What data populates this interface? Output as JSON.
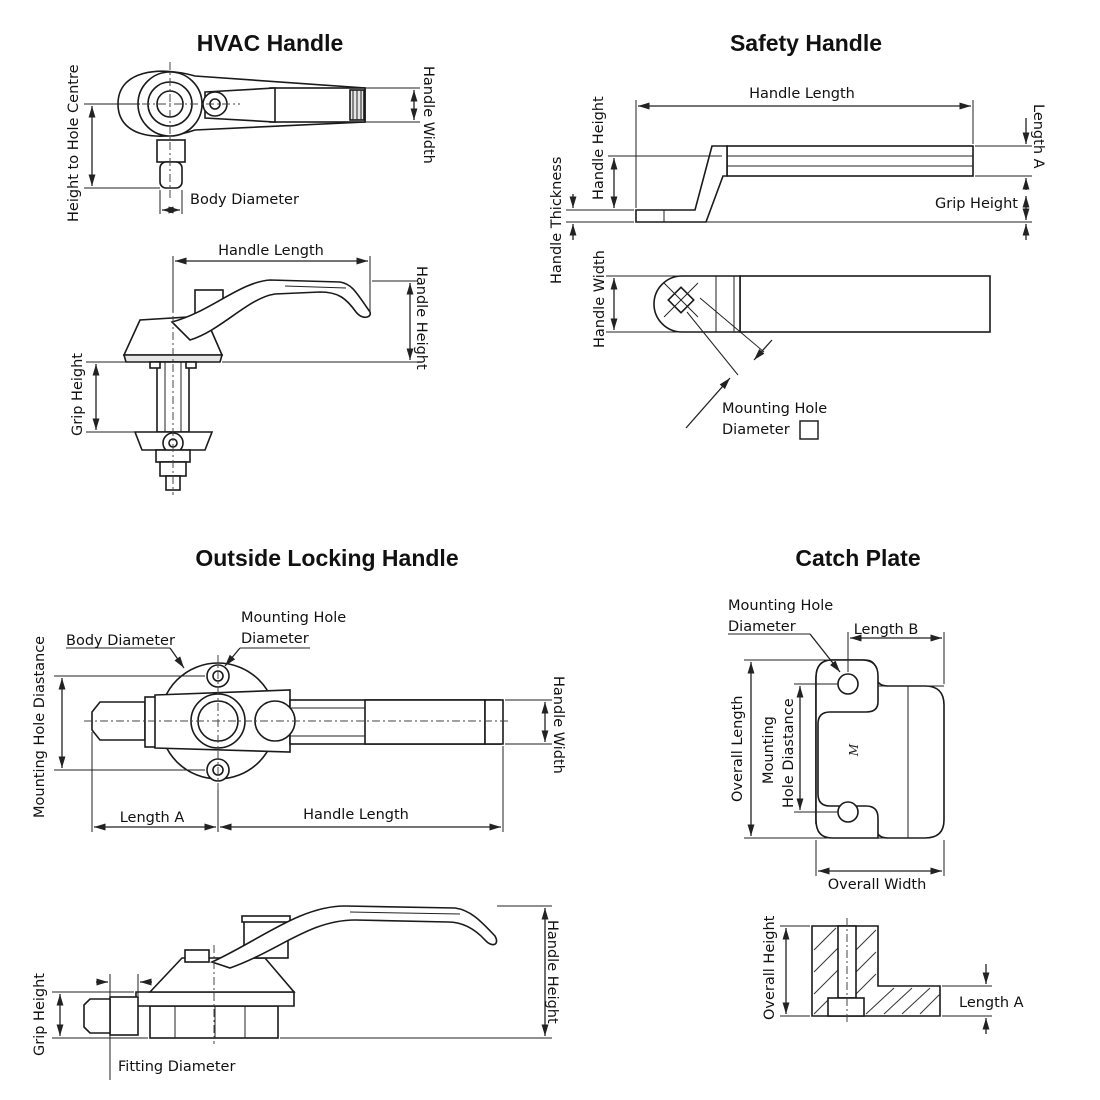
{
  "colors": {
    "line": "#222222",
    "text": "#111111",
    "background": "#ffffff"
  },
  "hvac": {
    "title": "HVAC Handle",
    "height_to_hole_centre": "Height to Hole Centre",
    "body_diameter": "Body Diameter",
    "handle_width": "Handle Width",
    "handle_length": "Handle Length",
    "handle_height": "Handle Height",
    "grip_height": "Grip Height"
  },
  "safety": {
    "title": "Safety Handle",
    "handle_length": "Handle Length",
    "length_a": "Length A",
    "handle_height": "Handle Height",
    "grip_height": "Grip Height",
    "handle_thickness": "Handle Thickness",
    "handle_width": "Handle Width",
    "mounting_hole_line1": "Mounting Hole",
    "mounting_hole_line2": "Diameter"
  },
  "outside": {
    "title": "Outside Locking Handle",
    "body_diameter": "Body Diameter",
    "mounting_hole_line1": "Mounting Hole",
    "mounting_hole_line2": "Diameter",
    "mounting_hole_distance": "Mounting Hole Diastance",
    "handle_width": "Handle Width",
    "length_a": "Length A",
    "handle_length": "Handle Length",
    "handle_height": "Handle Height",
    "grip_height": "Grip Height",
    "fitting_diameter": "Fitting Diameter"
  },
  "catch": {
    "title": "Catch Plate",
    "mounting_hole_line1": "Mounting Hole",
    "mounting_hole_line2": "Diameter",
    "length_b": "Length B",
    "overall_length": "Overall Length",
    "hole_distance_line1": "Mounting",
    "hole_distance_line2": "Hole Diastance",
    "overall_width": "Overall Width",
    "overall_height": "Overall Height",
    "length_a": "Length A",
    "plate_mark": "M"
  }
}
